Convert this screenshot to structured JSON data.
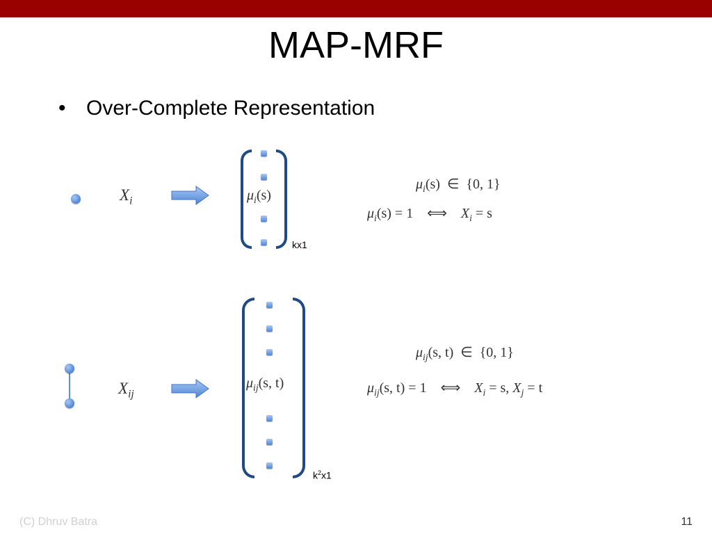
{
  "colors": {
    "header_bar": "#990000",
    "node": "#4f86d8",
    "bracket": "#1f4a85",
    "footer_text": "#d0d0d0"
  },
  "title": "MAP-MRF",
  "bullet": {
    "symbol": "•",
    "text": "Over-Complete Representation"
  },
  "node_row": {
    "var_symbol": "X",
    "var_sub": "i",
    "arrow_icon": "right-arrow-icon",
    "vector_entry": {
      "mu": "μ",
      "sub": "i",
      "args": "(s)"
    },
    "dim_label": "kx1",
    "eq_membership": {
      "mu": "μ",
      "sub": "i",
      "args": "(s)",
      "rel": "∈",
      "set": "{0, 1}"
    },
    "eq_iff": {
      "mu": "μ",
      "sub": "i",
      "args": "(s) = 1",
      "iff": "⟺",
      "rhs_var": "X",
      "rhs_sub": "i",
      "rhs_rest": " = s"
    }
  },
  "edge_row": {
    "var_symbol": "X",
    "var_sub": "ij",
    "arrow_icon": "right-arrow-icon",
    "vector_entry": {
      "mu": "μ",
      "sub": "ij",
      "args": "(s, t)"
    },
    "dim_label": {
      "base": "k",
      "sup": "2",
      "rest": "x1"
    },
    "eq_membership": {
      "mu": "μ",
      "sub": "ij",
      "args": "(s, t)",
      "rel": "∈",
      "set": "{0, 1}"
    },
    "eq_iff": {
      "mu": "μ",
      "sub": "ij",
      "args": "(s, t) = 1",
      "iff": "⟺",
      "rhs1_var": "X",
      "rhs1_sub": "i",
      "rhs1_rest": " = s, ",
      "rhs2_var": "X",
      "rhs2_sub": "j",
      "rhs2_rest": " = t"
    }
  },
  "footer": {
    "credit": "(C) Dhruv Batra",
    "page_number": "11"
  }
}
